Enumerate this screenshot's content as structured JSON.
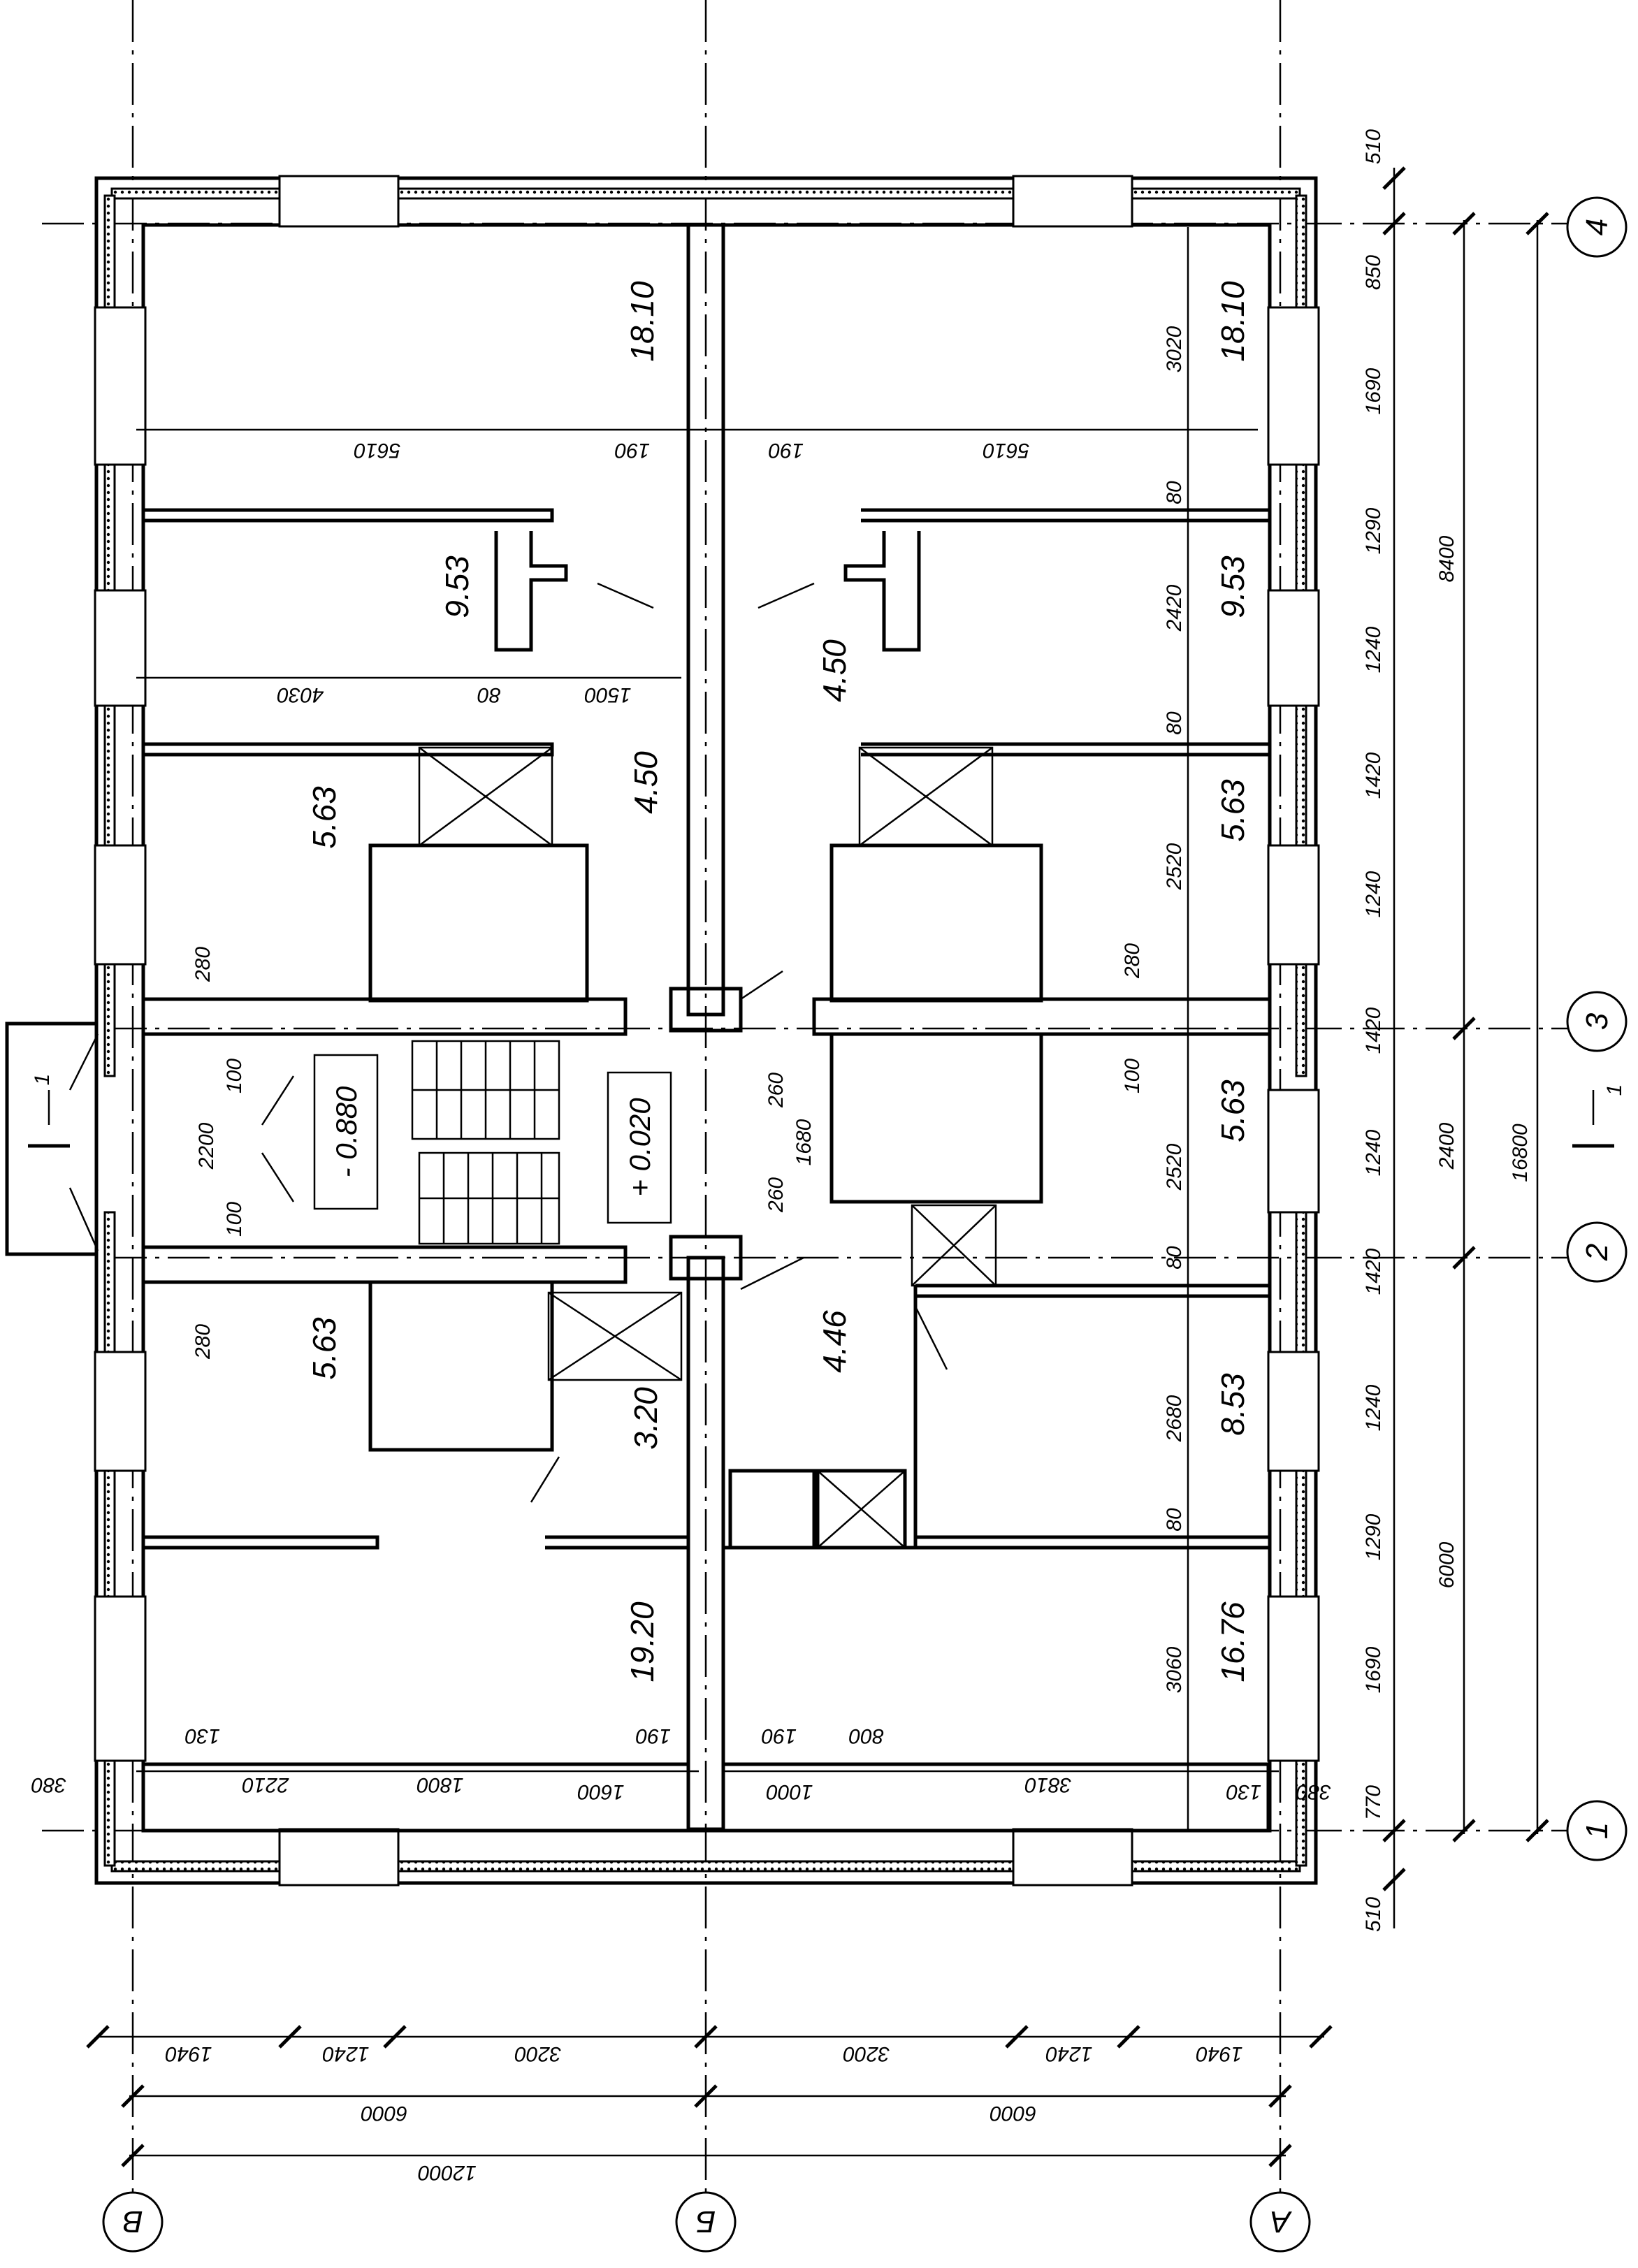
{
  "axes": {
    "vertical": [
      "В",
      "Б",
      "А"
    ],
    "horizontal": [
      "4",
      "3",
      "2",
      "1"
    ]
  },
  "section_mark": "1",
  "levels": {
    "landing": "- 0.880",
    "floor": "+ 0.020"
  },
  "areas": {
    "left_top": "18.10",
    "right_top": "18.10",
    "left_kitchen": "9.53",
    "right_kitchen": "9.53",
    "hall_left": "4.50",
    "hall_right": "4.50",
    "left_mid": "5.63",
    "right_mid": "5.63",
    "right_mid2": "5.63",
    "left_bath": "5.63",
    "closet": "3.20",
    "hall_lower": "4.46",
    "right_lower": "8.53",
    "left_bottom": "19.20",
    "right_bottom": "16.76"
  },
  "right_chain": [
    "510",
    "850",
    "1690",
    "1290",
    "1240",
    "1420",
    "1240",
    "1420",
    "1240",
    "1420",
    "1240",
    "1290",
    "1690",
    "770",
    "510"
  ],
  "right_totals": [
    "8400",
    "2400",
    "6000",
    "16800"
  ],
  "bottom_chain": [
    "1940",
    "1240",
    "3200",
    "3200",
    "1240",
    "1940"
  ],
  "bottom_totals": [
    "6000",
    "6000",
    "12000"
  ],
  "interior": {
    "d5610a": "5610",
    "d190a": "190",
    "d190b": "190",
    "d5610b": "5610",
    "d4030": "4030",
    "d80a": "80",
    "d1500": "1500",
    "d3020": "3020",
    "d80b": "80",
    "d2420": "2420",
    "d80c": "80",
    "d2520a": "2520",
    "d280a": "280",
    "d280b": "280",
    "d100a": "100",
    "d100b": "100",
    "d2200": "2200",
    "d260a": "260",
    "d260b": "260",
    "d1680": "1680",
    "d100c": "100",
    "d2520b": "2520",
    "d280c": "280",
    "d80d": "80",
    "d2680": "2680",
    "d80e": "80",
    "d3060": "3060",
    "d130a": "130",
    "d190c": "190",
    "d190d": "190",
    "d800": "800",
    "d380a": "380",
    "d2210": "2210",
    "d1800": "1800",
    "d1600": "1600",
    "d1000": "1000",
    "d3810": "3810",
    "d130b": "130",
    "d380b": "380"
  }
}
